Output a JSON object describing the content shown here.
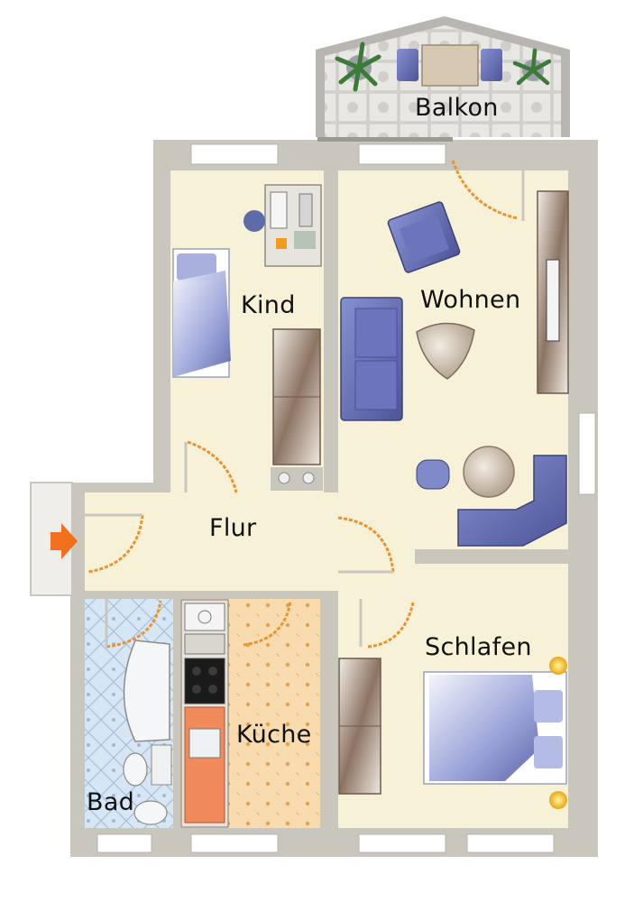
{
  "floorplan": {
    "rooms": {
      "balkon": "Balkon",
      "kind": "Kind",
      "wohnen": "Wohnen",
      "flur": "Flur",
      "schlafen": "Schlafen",
      "kueche": "Küche",
      "bad": "Bad"
    },
    "entrance_icon": "arrow-right-icon"
  },
  "colors": {
    "wall": "#c9c6bd",
    "floor": "#f7f1d8",
    "door": "#e8932e",
    "entrance_arrow": "#f26f1c",
    "furniture_blue": "#6670b8",
    "wood": "#8a7260",
    "bath_tile": "#cfe1f2",
    "kitchen_tile": "#f6d7a8"
  }
}
